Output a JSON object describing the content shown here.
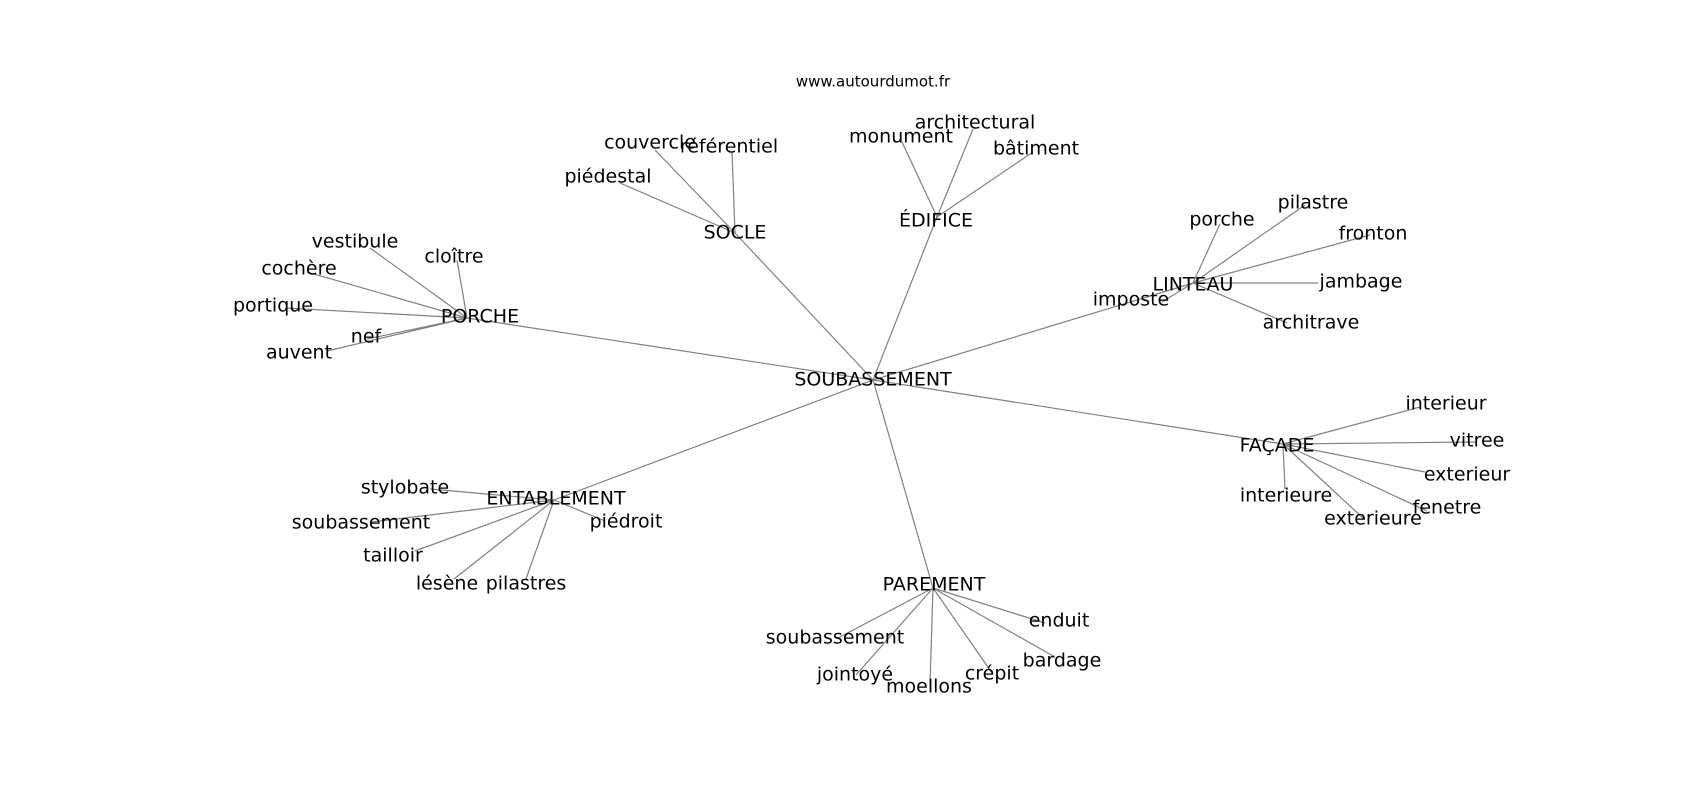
{
  "credit": "www.autourdumot.fr",
  "root": "SOUBASSEMENT",
  "clusters": [
    {
      "hub": "SOCLE",
      "leaves": [
        "couvercle",
        "référentiel",
        "piédestal"
      ]
    },
    {
      "hub": "ÉDIFICE",
      "leaves": [
        "monument",
        "architectural",
        "bâtiment"
      ]
    },
    {
      "hub": "LINTEAU",
      "leaves": [
        "porche",
        "pilastre",
        "fronton",
        "jambage",
        "imposte",
        "architrave"
      ]
    },
    {
      "hub": "PORCHE",
      "leaves": [
        "vestibule",
        "cochère",
        "cloître",
        "portique",
        "nef",
        "auvent"
      ]
    },
    {
      "hub": "FAÇADE",
      "leaves": [
        "interieur",
        "vitree",
        "exterieur",
        "interieure",
        "fenetre",
        "exterieure"
      ]
    },
    {
      "hub": "ENTABLEMENT",
      "leaves": [
        "stylobate",
        "soubassement",
        "piédroit",
        "tailloir",
        "lésène",
        "pilastres"
      ]
    },
    {
      "hub": "PAREMENT",
      "leaves": [
        "enduit",
        "soubassement",
        "bardage",
        "jointoyé",
        "crépit",
        "moellons"
      ]
    }
  ]
}
